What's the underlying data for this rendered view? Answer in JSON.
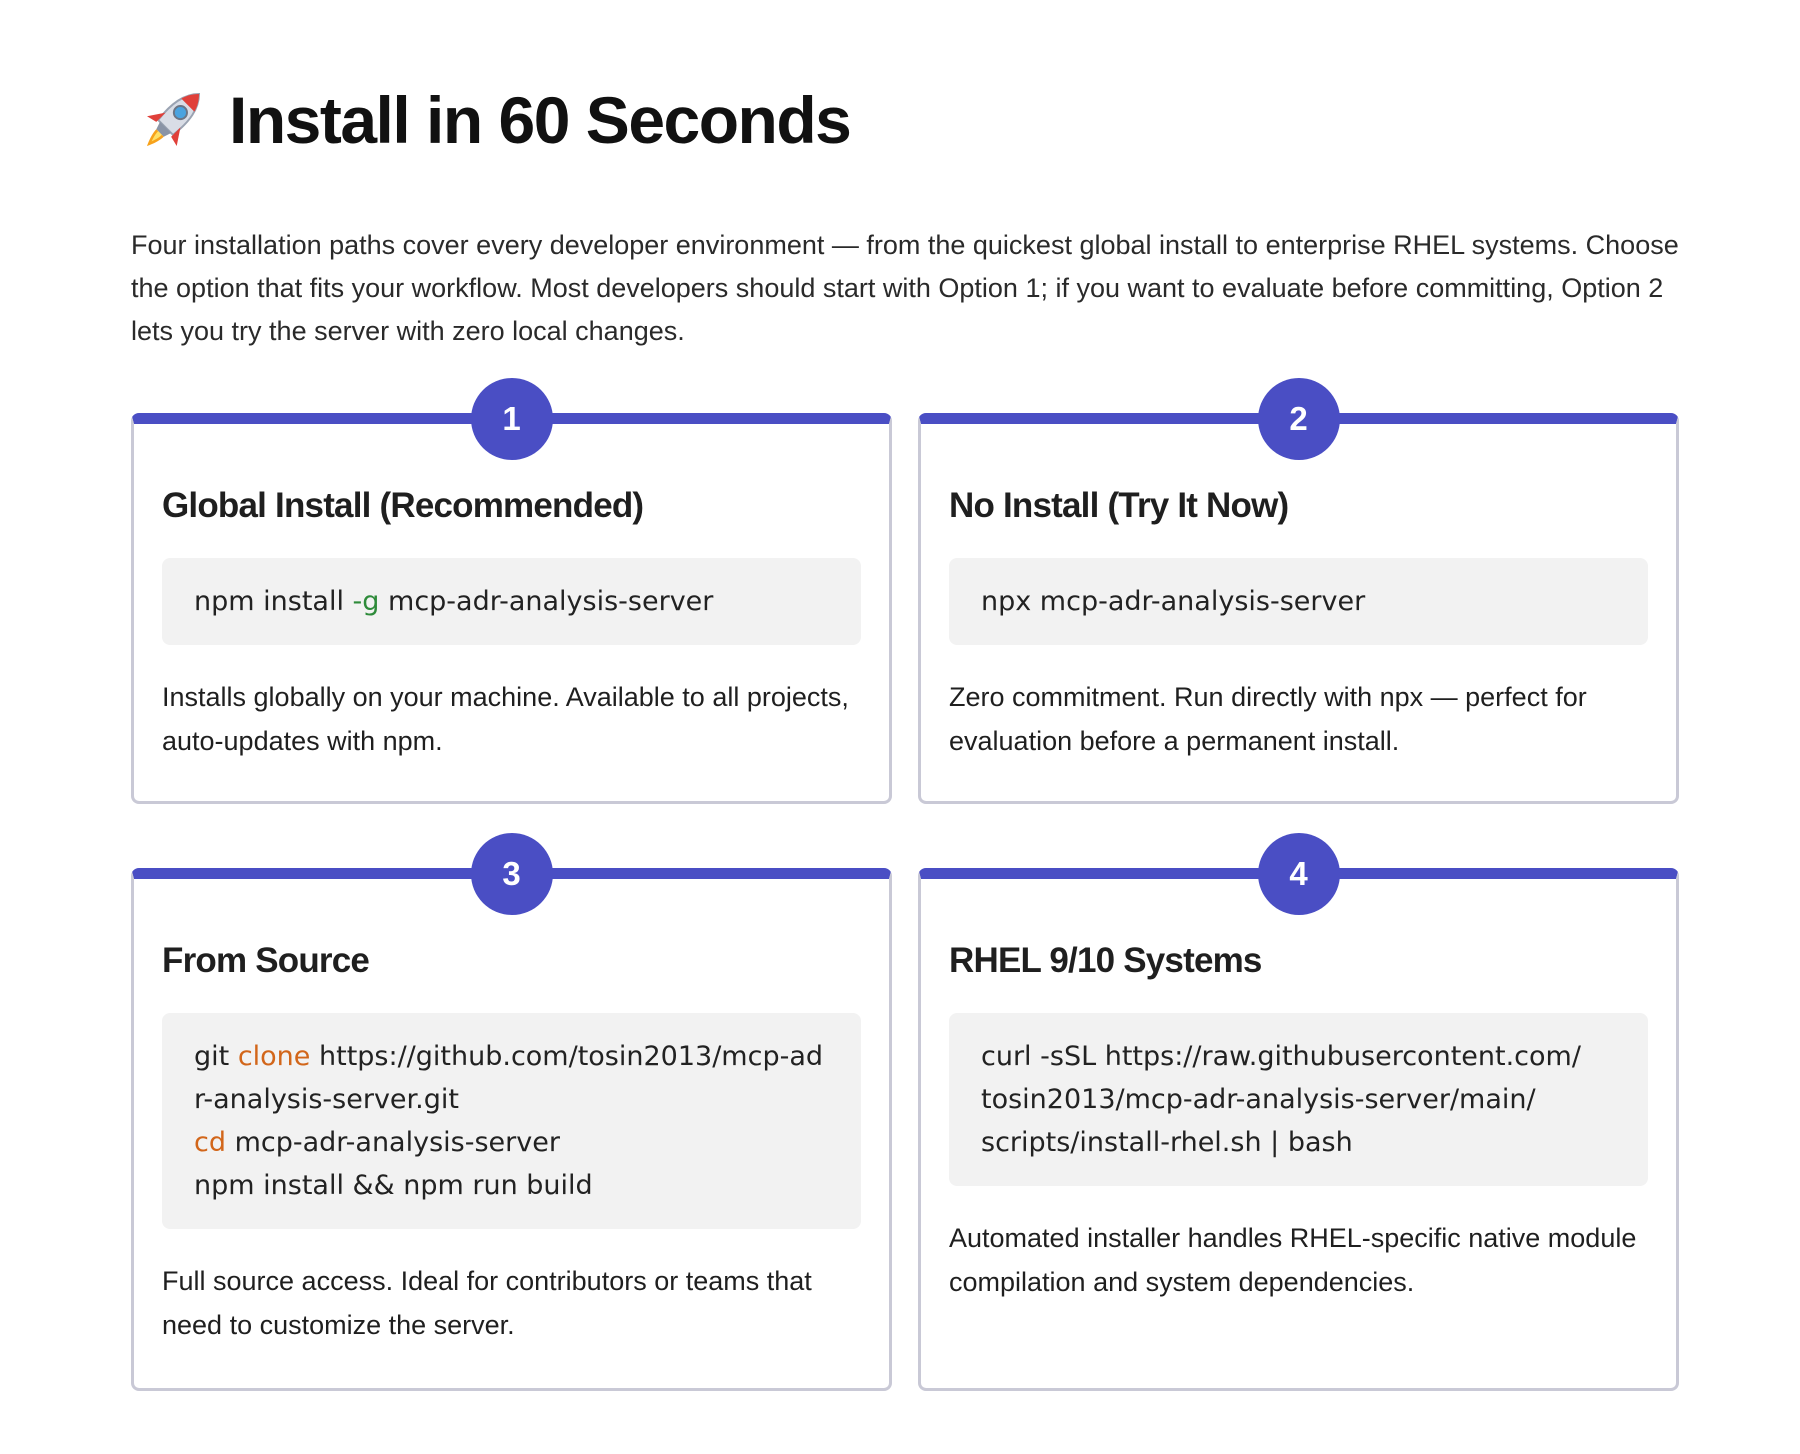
{
  "header": {
    "icon": "rocket-icon",
    "title": "Install in 60 Seconds"
  },
  "intro": "Four installation paths cover every developer environment — from the quickest global install to enterprise RHEL systems. Choose the option that fits your workflow. Most developers should start with Option 1; if you want to evaluate before committing, Option 2 lets you try the server with zero local changes.",
  "colors": {
    "accent": "#4a4ec4",
    "code_bg": "#f2f2f2",
    "flag": "#2e8b3a",
    "keyword": "#d2661a",
    "card_border": "#c9c9d6"
  },
  "options": [
    {
      "number": "1",
      "title": "Global Install (Recommended)",
      "code": {
        "l1_a": "npm install ",
        "l1_flag": "-g",
        "l1_b": " mcp-adr-analysis-server"
      },
      "description": "Installs globally on your machine. Available to all projects, auto-updates with npm."
    },
    {
      "number": "2",
      "title": "No Install (Try It Now)",
      "code": {
        "l1": "npx mcp-adr-analysis-server"
      },
      "description": "Zero commitment. Run directly with npx — perfect for evaluation before a permanent install."
    },
    {
      "number": "3",
      "title": "From Source",
      "code": {
        "l1_a": "git ",
        "l1_kw": "clone",
        "l1_b": " https://github.com/tosin2013/mcp-adr-analysis-server.git",
        "l2_kw": "cd",
        "l2_b": " mcp-adr-analysis-server",
        "l3": "npm install && npm run build"
      },
      "description": "Full source access. Ideal for contributors or teams that need to customize the server."
    },
    {
      "number": "4",
      "title": "RHEL 9/10 Systems",
      "code": {
        "l1": "curl -sSL https://raw.githubusercontent.com/",
        "l2": "tosin2013/mcp-adr-analysis-server/main/",
        "l3": "scripts/install-rhel.sh | bash"
      },
      "description": "Automated installer handles RHEL-specific native module compilation and system dependencies."
    }
  ]
}
